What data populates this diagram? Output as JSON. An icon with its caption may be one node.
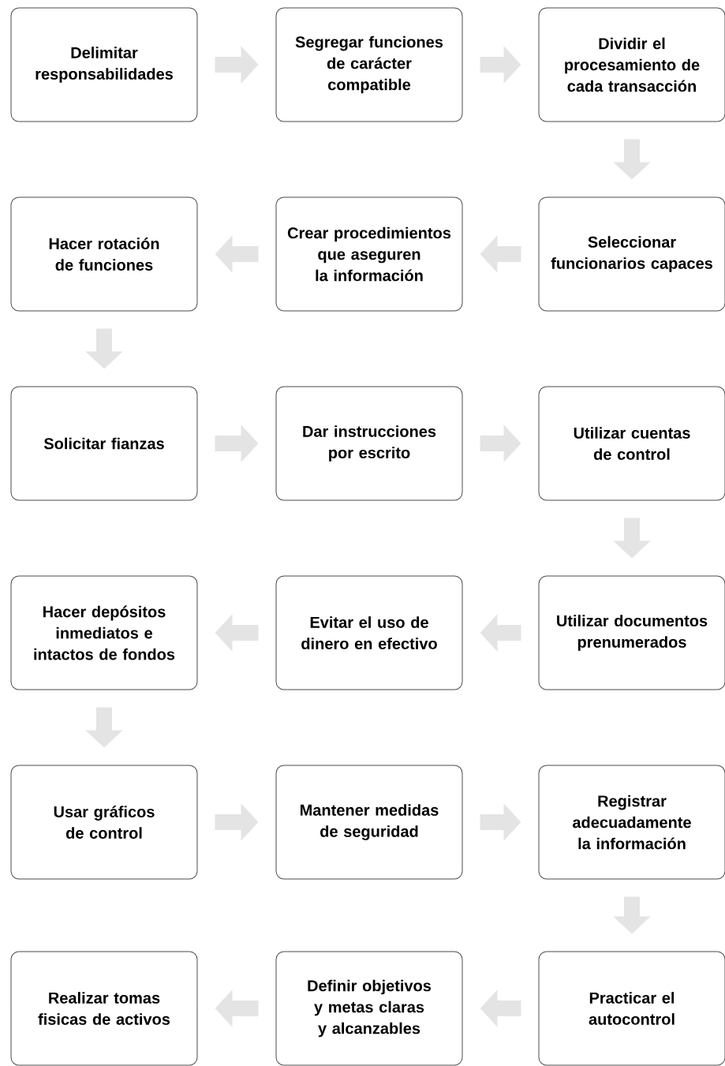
{
  "diagram": {
    "nodes": [
      {
        "text": [
          "Delimitar responsabilidades"
        ]
      },
      {
        "text": [
          "Segregar funciones de carácter compatible"
        ]
      },
      {
        "text": [
          "Dividir el procesamiento de cada transacción"
        ]
      },
      {
        "text": [
          "Hacer rotación de funciones"
        ]
      },
      {
        "text": [
          "Crear procedimientos que aseguren la información"
        ]
      },
      {
        "text": [
          "Seleccionar funcionarios capaces"
        ]
      },
      {
        "text": [
          "Solicitar fianzas"
        ]
      },
      {
        "text": [
          "Dar instrucciones por escrito"
        ]
      },
      {
        "text": [
          "Utilizar cuentas de control"
        ]
      },
      {
        "text": [
          "Hacer depósitos inmediatos e intactos de fondos"
        ]
      },
      {
        "text": [
          "Evitar el uso de dinero en efectivo"
        ]
      },
      {
        "text": [
          "Utilizar documentos prenumerados"
        ]
      },
      {
        "text": [
          "Usar gráficos de control"
        ]
      },
      {
        "text": [
          "Mantener medidas de seguridad"
        ]
      },
      {
        "text": [
          "Registrar adecuadamente la información"
        ]
      },
      {
        "text": [
          "Realizar tomas fisicas de activos"
        ]
      },
      {
        "text": [
          "Definir objetivos y metas claras y alcanzables"
        ]
      },
      {
        "text": [
          "Practicar el autocontrol"
        ]
      }
    ],
    "edges": [
      {
        "from": 0,
        "to": 1,
        "arrow": "to"
      },
      {
        "from": 1,
        "to": 2,
        "arrow": "to"
      },
      {
        "from": 2,
        "to": 5,
        "arrow": "to"
      },
      {
        "from": 5,
        "to": 4,
        "arrow": "to"
      },
      {
        "from": 4,
        "to": 3,
        "arrow": "to"
      },
      {
        "from": 3,
        "to": 6,
        "arrow": "to"
      },
      {
        "from": 6,
        "to": 7,
        "arrow": "to"
      },
      {
        "from": 7,
        "to": 8,
        "arrow": "to"
      },
      {
        "from": 8,
        "to": 11,
        "arrow": "to"
      },
      {
        "from": 11,
        "to": 10,
        "arrow": "to"
      },
      {
        "from": 10,
        "to": 9,
        "arrow": "to"
      },
      {
        "from": 9,
        "to": 12,
        "arrow": "to"
      },
      {
        "from": 12,
        "to": 13,
        "arrow": "to"
      },
      {
        "from": 13,
        "to": 14,
        "arrow": "to"
      },
      {
        "from": 14,
        "to": 17,
        "arrow": "to"
      },
      {
        "from": 17,
        "to": 16,
        "arrow": "to"
      },
      {
        "from": 16,
        "to": 15,
        "arrow": "to"
      }
    ]
  }
}
